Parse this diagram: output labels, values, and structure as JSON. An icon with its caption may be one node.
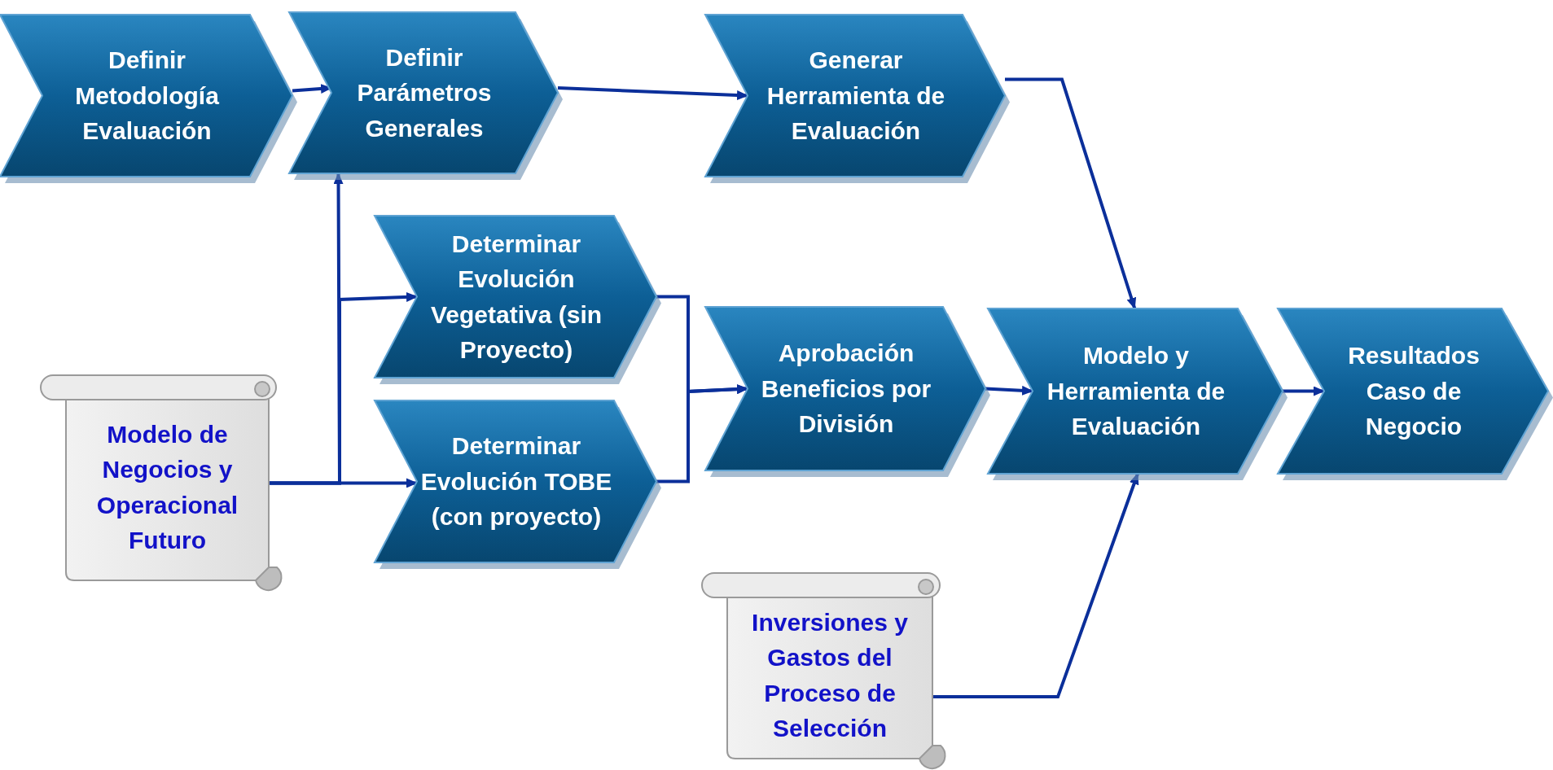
{
  "diagram": {
    "nodes": [
      {
        "text": [
          "Definir Metodología Evaluación"
        ]
      },
      {
        "text": [
          "Definir Parámetros Generales"
        ]
      },
      {
        "text": [
          "Generar Herramienta de Evaluación"
        ]
      },
      {
        "text": [
          "Determinar Evolución Vegetativa (sin Proyecto)"
        ]
      },
      {
        "text": [
          "Determinar Evolución TOBE (con proyecto)"
        ]
      },
      {
        "text": [
          "Aprobación Beneficios por División"
        ]
      },
      {
        "text": [
          "Modelo y Herramienta de Evaluación"
        ]
      },
      {
        "text": [
          "Resultados Caso de Negocio"
        ]
      },
      {
        "text": [
          "Modelo de Negocios y Operacional Futuro"
        ]
      },
      {
        "text": [
          "Inversiones y Gastos del Proceso de Selección"
        ]
      }
    ],
    "edges": [
      {
        "from": 0,
        "to": 1,
        "arrow": "to"
      },
      {
        "from": 1,
        "to": 2,
        "arrow": "to"
      },
      {
        "from": 2,
        "to": 6,
        "arrow": "to"
      },
      {
        "from": 8,
        "to": 1,
        "arrow": "to"
      },
      {
        "from": 8,
        "to": 3,
        "arrow": "to"
      },
      {
        "from": 8,
        "to": 4,
        "arrow": "to"
      },
      {
        "from": 3,
        "to": 5,
        "arrow": "to"
      },
      {
        "from": 4,
        "to": 5,
        "arrow": "to"
      },
      {
        "from": 5,
        "to": 6,
        "arrow": "to"
      },
      {
        "from": 6,
        "to": 7,
        "arrow": "to"
      },
      {
        "from": 9,
        "to": 6,
        "arrow": "to"
      }
    ]
  }
}
